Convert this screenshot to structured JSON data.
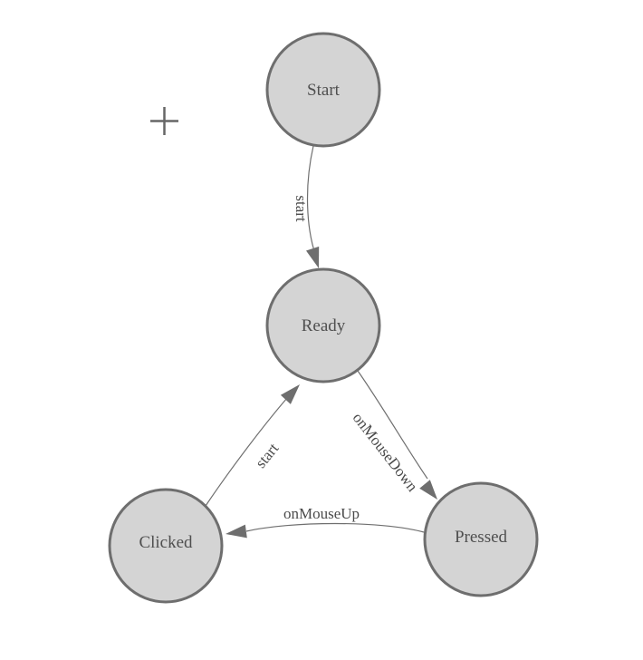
{
  "diagram": {
    "type": "state-machine",
    "nodes": [
      {
        "id": "start",
        "label": "Start"
      },
      {
        "id": "ready",
        "label": "Ready"
      },
      {
        "id": "clicked",
        "label": "Clicked"
      },
      {
        "id": "pressed",
        "label": "Pressed"
      }
    ],
    "edges": [
      {
        "from": "start",
        "to": "ready",
        "label": "start"
      },
      {
        "from": "clicked",
        "to": "ready",
        "label": "start"
      },
      {
        "from": "ready",
        "to": "pressed",
        "label": "onMouseDown"
      },
      {
        "from": "pressed",
        "to": "clicked",
        "label": "onMouseUp"
      }
    ],
    "cursor": {
      "icon": "plus-crosshair"
    },
    "colors": {
      "background": "#ffffff",
      "node_fill": "#d4d4d4",
      "node_stroke": "#6e6e6e",
      "edge_stroke": "#6f6f6f",
      "arrowhead_fill": "#6e6e6e",
      "node_label_text": "#4f4f4f",
      "edge_label_text": "#4a4a4a",
      "crosshair": "#666666"
    }
  }
}
